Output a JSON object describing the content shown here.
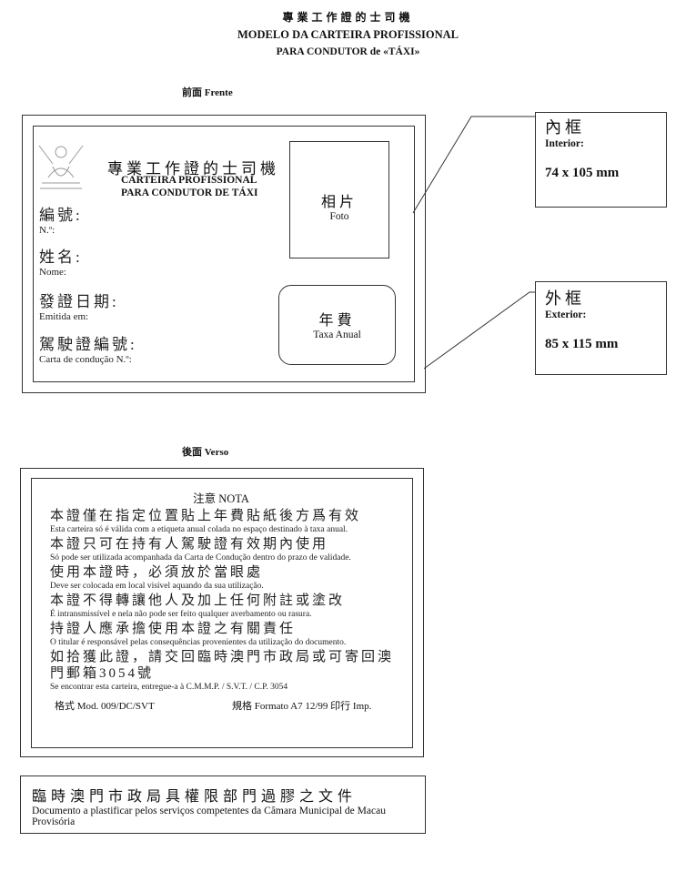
{
  "header": {
    "line1": "專業工作證的士司機",
    "line2": "MODELO DA CARTEIRA PROFISSIONAL",
    "line3": "PARA CONDUTOR de «TÁXI»"
  },
  "front": {
    "heading": "前面 Frente",
    "title_zh": "專業工作證的士司機",
    "title_pt1": "CARTEIRA PROFISSIONAL",
    "title_pt2": "PARA CONDUTOR DE TÁXI",
    "fields": [
      {
        "zh": "編號:",
        "pt": "N.º:"
      },
      {
        "zh": "姓名:",
        "pt": "Nome:"
      },
      {
        "zh": "發證日期:",
        "pt": "Emitida em:"
      },
      {
        "zh": "駕駛證編號:",
        "pt": "Carta de condução N.º:"
      }
    ],
    "photo_zh": "相片",
    "photo_pt": "Foto",
    "fee_zh": "年費",
    "fee_pt": "Taxa Anual"
  },
  "dims": {
    "interior": {
      "zh": "內框",
      "pt": "Interior:",
      "size": "74 x 105 mm"
    },
    "exterior": {
      "zh": "外框",
      "pt": "Exterior:",
      "size": "85 x 115 mm"
    }
  },
  "back": {
    "heading": "後面 Verso",
    "nota": "注意 NOTA",
    "items": [
      {
        "zh": "本證僅在指定位置貼上年費貼紙後方爲有效",
        "pt": "Esta carteira só é válida com a etiqueta anual colada no espaço destinado à taxa anual."
      },
      {
        "zh": "本證只可在持有人駕駛證有效期內使用",
        "pt": "Só pode ser utilizada acompanhada da Carta de Condução dentro do prazo de validade."
      },
      {
        "zh": "使用本證時，必須放於當眼處",
        "pt": "Deve ser colocada em local visível aquando da sua utilização."
      },
      {
        "zh": "本證不得轉讓他人及加上任何附註或塗改",
        "pt": "É intransmissível e nela não pode ser feito qualquer averbamento ou rasura."
      },
      {
        "zh": "持證人應承擔使用本證之有關責任",
        "pt": "O titular é responsável pelas consequências provenientes da utilização do documento."
      },
      {
        "zh": "如拾獲此證，請交回臨時澳門市政局或可寄回澳門郵箱3054號",
        "pt": "Se encontrar esta carteira, entregue-a à C.M.M.P. / S.V.T. / C.P. 3054"
      }
    ],
    "footer_left": "格式 Mod. 009/DC/SVT",
    "footer_right": "規格 Formato A7 12/99 印行 Imp."
  },
  "note": {
    "zh": "臨時澳門市政局具權限部門過膠之文件",
    "pt": "Documento a plastificar pelos serviços competentes da Câmara Municipal de Macau Provisória"
  }
}
